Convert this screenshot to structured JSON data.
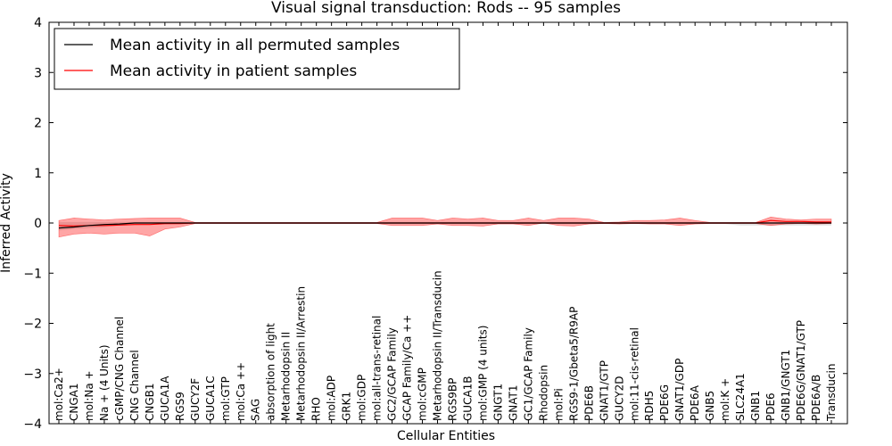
{
  "chart_data": {
    "type": "line",
    "title": "Visual signal transduction: Rods -- 95 samples",
    "xlabel": "Cellular Entities",
    "ylabel": "Inferred Activity",
    "ylim": [
      -4,
      4
    ],
    "yticks": [
      "4",
      "3",
      "2",
      "1",
      "0",
      "−1",
      "−2",
      "−3",
      "−4"
    ],
    "grid": false,
    "legend_position": "top-left",
    "categories": [
      "mol:Ca2+",
      "CNGA1",
      "mol:Na +",
      "Na + (4 Units)",
      "cGMP/CNG Channel",
      "CNG Channel",
      "CNGB1",
      "GUCA1A",
      "RGS9",
      "GUCY2F",
      "GUCA1C",
      "mol:GTP",
      "mol:Ca ++",
      "SAG",
      "absorption of light",
      "Metarhodopsin II",
      "Metarhodopsin II/Arrestin",
      "RHO",
      "mol:ADP",
      "GRK1",
      "mol:GDP",
      "mol:all-trans-retinal",
      "GC2/GCAP Family",
      "GCAP Family/Ca ++",
      "mol:cGMP",
      "Metarhodopsin II/Transducin",
      "RGS9BP",
      "GUCA1B",
      "mol:GMP (4 units)",
      "GNGT1",
      "GNAT1",
      "GC1/GCAP Family",
      "Rhodopsin",
      "mol:Pi",
      "RGS9-1/Gbeta5/R9AP",
      "PDE6B",
      "GNAT1/GTP",
      "GUCY2D",
      "mol:11-cis-retinal",
      "RDH5",
      "PDE6G",
      "GNAT1/GDP",
      "PDE6A",
      "GNB5",
      "mol:K +",
      "SLC24A1",
      "GNB1",
      "PDE6",
      "GNB1/GNGT1",
      "PDE6G/GNAT1/GTP",
      "PDE6A/B",
      "Transducin"
    ],
    "series": [
      {
        "name": "Mean activity in all permuted samples",
        "color": "#000000",
        "style": "solid",
        "values": [
          -0.1,
          -0.08,
          -0.05,
          -0.03,
          -0.02,
          0,
          0,
          0,
          0,
          0,
          0,
          0,
          0,
          0,
          0,
          0,
          0,
          0,
          0,
          0,
          0,
          0,
          0,
          0,
          0,
          0,
          0,
          0,
          0,
          0,
          0,
          0,
          0,
          0,
          0,
          0,
          0,
          0,
          0,
          0,
          0,
          0,
          0,
          0,
          0,
          0,
          0,
          0,
          0,
          0,
          0,
          0
        ],
        "band_upper": [
          0.02,
          0.02,
          0.02,
          0.02,
          0.02,
          0.02,
          0.02,
          0.02,
          0.02,
          0.02,
          0.02,
          0.02,
          0.02,
          0.02,
          0.02,
          0.02,
          0.02,
          0.02,
          0.02,
          0.02,
          0.02,
          0.02,
          0.02,
          0.02,
          0.02,
          0.02,
          0.02,
          0.02,
          0.02,
          0.02,
          0.02,
          0.02,
          0.02,
          0.02,
          0.02,
          0.02,
          0.02,
          0.02,
          0.02,
          0.02,
          0.02,
          0.02,
          0.02,
          0.02,
          0.02,
          0.02,
          0.02,
          0.02,
          0.02,
          0.02,
          0.02,
          0.02
        ],
        "band_lower": [
          -0.15,
          -0.12,
          -0.1,
          -0.08,
          -0.05,
          -0.04,
          -0.03,
          -0.03,
          -0.02,
          -0.02,
          -0.02,
          -0.02,
          -0.02,
          -0.02,
          -0.02,
          -0.02,
          -0.02,
          -0.02,
          -0.02,
          -0.02,
          -0.02,
          -0.02,
          -0.02,
          -0.02,
          -0.02,
          -0.02,
          -0.02,
          -0.02,
          -0.02,
          -0.02,
          -0.02,
          -0.02,
          -0.02,
          -0.02,
          -0.02,
          -0.02,
          -0.02,
          -0.02,
          -0.02,
          -0.02,
          -0.02,
          -0.02,
          -0.02,
          -0.02,
          -0.02,
          -0.05,
          -0.05,
          -0.05,
          -0.05,
          -0.05,
          -0.05,
          -0.05
        ]
      },
      {
        "name": "Mean activity in patient samples",
        "color": "#ff0000",
        "style": "solid",
        "values": [
          -0.05,
          -0.06,
          -0.05,
          -0.05,
          -0.04,
          -0.03,
          -0.03,
          -0.01,
          -0.01,
          0,
          0,
          0,
          0,
          0,
          0,
          0,
          0,
          0,
          0,
          0,
          0,
          0,
          0,
          0,
          0,
          0,
          0,
          0,
          0,
          0,
          0,
          0,
          0,
          0,
          0,
          0,
          0,
          0,
          0,
          0,
          0,
          0,
          0,
          0,
          0,
          0,
          0,
          0.05,
          0.03,
          0.03,
          0.02,
          0.02
        ],
        "band_upper": [
          0.05,
          0.1,
          0.08,
          0.06,
          0.08,
          0.09,
          0.1,
          0.1,
          0.1,
          0.01,
          0.01,
          0.01,
          0.01,
          0.01,
          0.01,
          0.01,
          0.01,
          0.01,
          0.01,
          0.01,
          0.01,
          0.01,
          0.1,
          0.1,
          0.1,
          0.05,
          0.1,
          0.08,
          0.1,
          0.05,
          0.05,
          0.1,
          0.05,
          0.1,
          0.1,
          0.08,
          0.01,
          0.02,
          0.05,
          0.05,
          0.06,
          0.1,
          0.05,
          0.01,
          0.01,
          0.01,
          0.01,
          0.12,
          0.08,
          0.06,
          0.08,
          0.08
        ],
        "band_lower": [
          -0.28,
          -0.22,
          -0.2,
          -0.22,
          -0.2,
          -0.2,
          -0.26,
          -0.12,
          -0.08,
          -0.01,
          -0.01,
          -0.01,
          -0.01,
          -0.01,
          -0.01,
          -0.01,
          -0.01,
          -0.01,
          -0.01,
          -0.01,
          -0.01,
          -0.01,
          -0.05,
          -0.05,
          -0.05,
          -0.02,
          -0.05,
          -0.05,
          -0.06,
          -0.02,
          -0.02,
          -0.05,
          0,
          -0.05,
          -0.06,
          -0.02,
          -0.01,
          -0.02,
          -0.01,
          -0.02,
          -0.02,
          -0.05,
          -0.02,
          -0.01,
          -0.01,
          -0.01,
          -0.01,
          -0.05,
          -0.02,
          -0.01,
          -0.02,
          -0.01
        ]
      }
    ]
  }
}
